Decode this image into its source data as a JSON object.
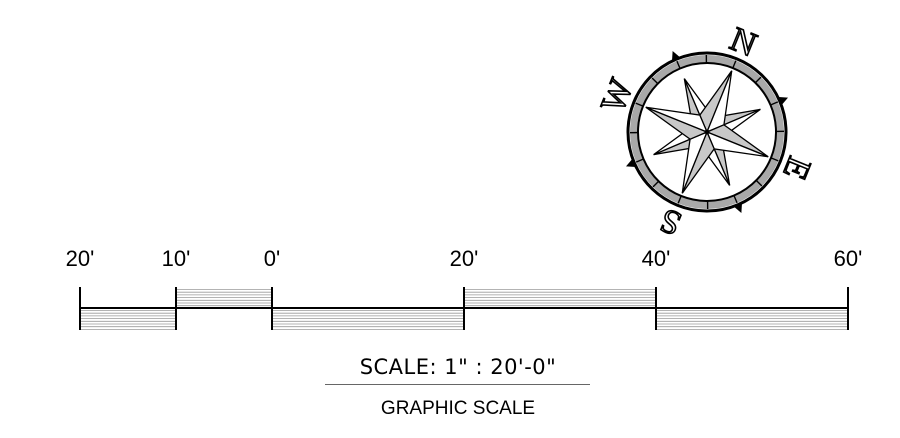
{
  "scale_bar": {
    "ticks": [
      {
        "value": -20,
        "label": "20'"
      },
      {
        "value": -10,
        "label": "10'"
      },
      {
        "value": 0,
        "label": "0'"
      },
      {
        "value": 20,
        "label": "20'"
      },
      {
        "value": 40,
        "label": "40'"
      },
      {
        "value": 60,
        "label": "60'"
      }
    ],
    "segments": [
      {
        "from": -20,
        "to": -10,
        "hatch": "lower"
      },
      {
        "from": -10,
        "to": 0,
        "hatch": "upper"
      },
      {
        "from": 0,
        "to": 20,
        "hatch": "lower"
      },
      {
        "from": 20,
        "to": 40,
        "hatch": "upper"
      },
      {
        "from": 40,
        "to": 60,
        "hatch": "lower"
      }
    ],
    "title": "SCALE: 1\" : 20'-0\"",
    "subtitle": "GRAPHIC SCALE"
  },
  "compass": {
    "north_label": "N",
    "east_label": "E",
    "south_label": "S",
    "west_label": "W",
    "rotation_degrees": 22,
    "colors": {
      "fill": "#c8c8c8",
      "ring": "#a8a8a8",
      "line": "#000000"
    }
  }
}
